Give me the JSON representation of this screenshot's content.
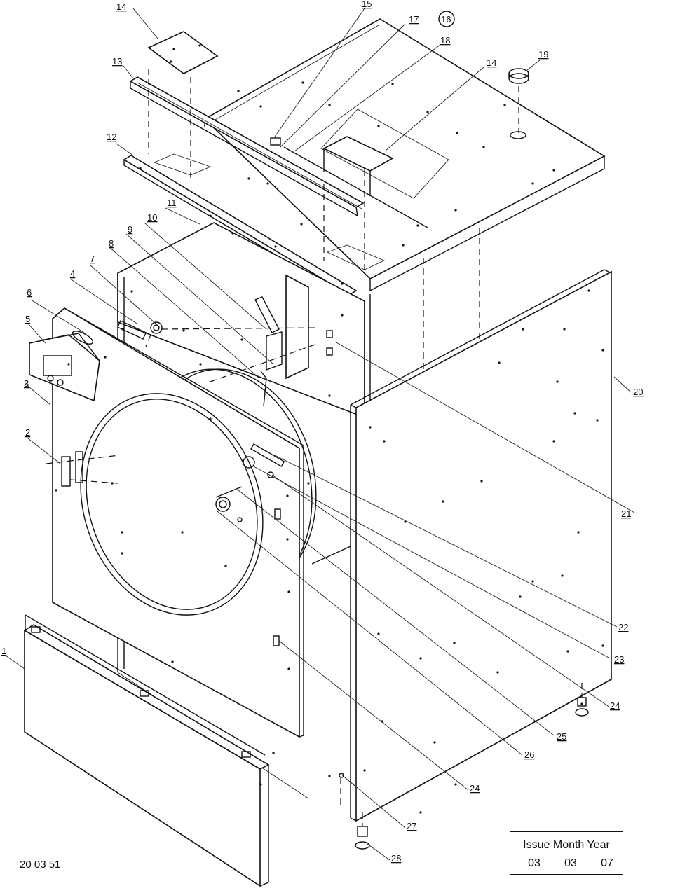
{
  "diagram": {
    "callouts": [
      "1",
      "2",
      "3",
      "4",
      "5",
      "6",
      "7",
      "8",
      "9",
      "10",
      "11",
      "12",
      "13",
      "14",
      "15",
      "16",
      "17",
      "18",
      "14",
      "19",
      "20",
      "21",
      "22",
      "23",
      "24",
      "25",
      "26",
      "24",
      "27",
      "28"
    ]
  },
  "footer": {
    "doc_number": "20 03 51",
    "issue_header": "Issue Month Year",
    "issue_values": [
      "03",
      "03",
      "07"
    ]
  }
}
